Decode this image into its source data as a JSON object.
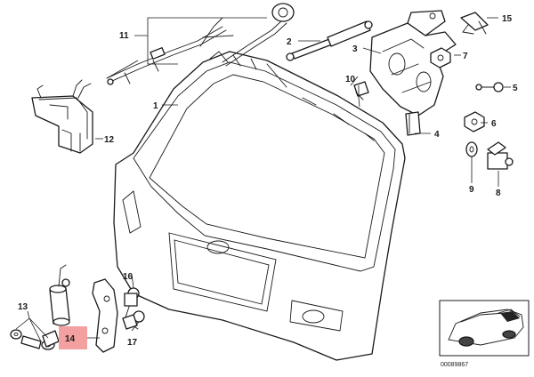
{
  "callouts": {
    "c1": "1",
    "c2": "2",
    "c3": "3",
    "c4": "4",
    "c5": "5",
    "c6": "6",
    "c7": "7",
    "c8": "8",
    "c9": "9",
    "c10": "10",
    "c11": "11",
    "c12": "12",
    "c13": "13",
    "c14": "14",
    "c15": "15",
    "c16": "16",
    "c17": "17"
  },
  "highlighted_part": "14",
  "highlight_color": "#f2a0a0",
  "thumbnail": {
    "code": "00089867"
  }
}
